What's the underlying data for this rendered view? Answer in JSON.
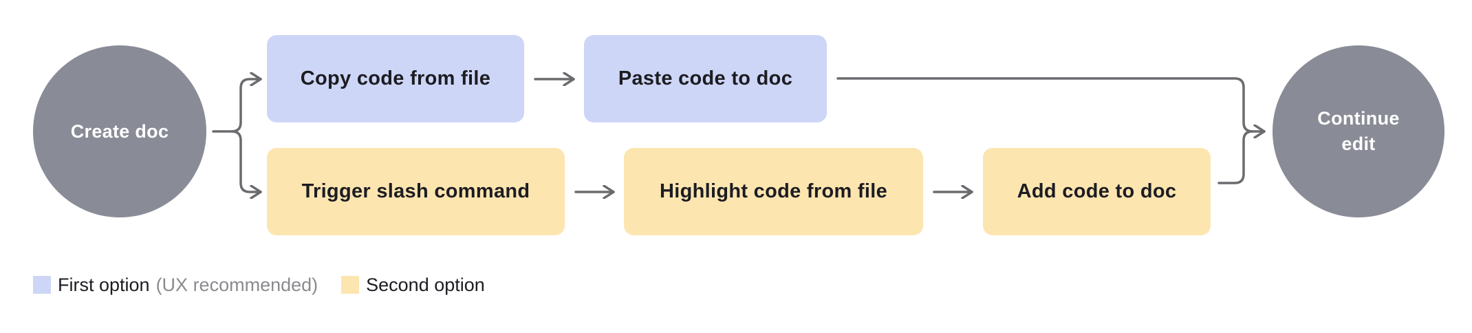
{
  "nodes": {
    "start": "Create doc",
    "end": "Continue edit",
    "first_option": [
      "Copy code from file",
      "Paste code to doc"
    ],
    "second_option": [
      "Trigger slash command",
      "Highlight code from file",
      "Add code to doc"
    ]
  },
  "legend": {
    "first_label": "First option",
    "first_note": "(UX recommended)",
    "second_label": "Second option"
  },
  "colors": {
    "terminal_node": "#898b96",
    "first_option": "#cdd6f6",
    "second_option": "#fde5b0",
    "connector": "#6b6b6f"
  }
}
